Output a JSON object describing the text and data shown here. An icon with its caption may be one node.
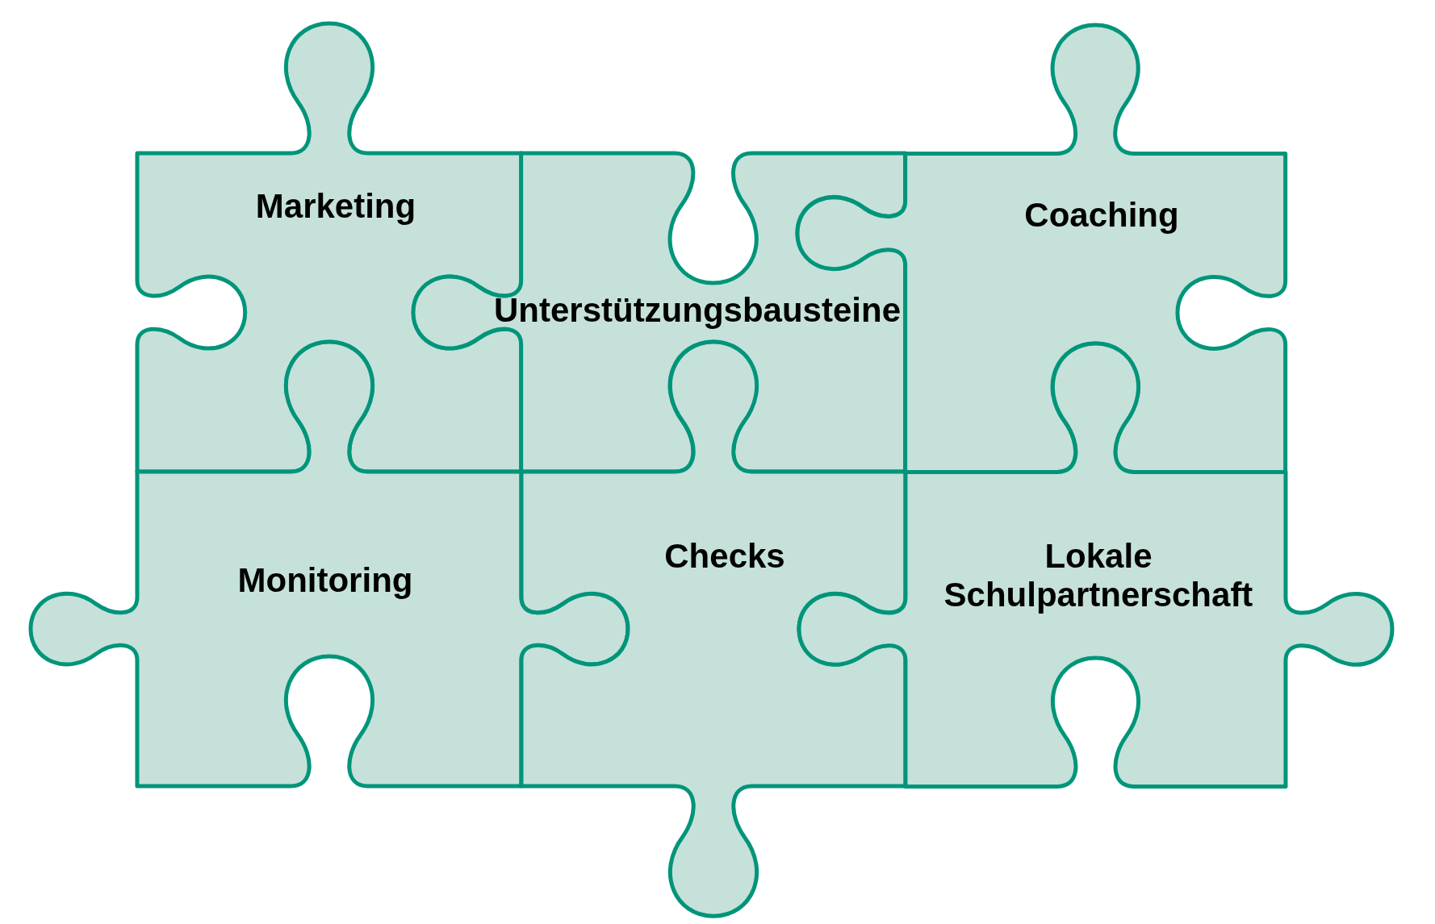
{
  "diagram": {
    "nodes": [
      {
        "text": [
          "Marketing"
        ]
      },
      {
        "text": [
          "Unterstützungsbausteine"
        ]
      },
      {
        "text": [
          "Coaching"
        ]
      },
      {
        "text": [
          "Monitoring"
        ]
      },
      {
        "text": [
          "Checks"
        ]
      },
      {
        "text": [
          "Lokale Schulpartnerschaft"
        ]
      }
    ]
  }
}
